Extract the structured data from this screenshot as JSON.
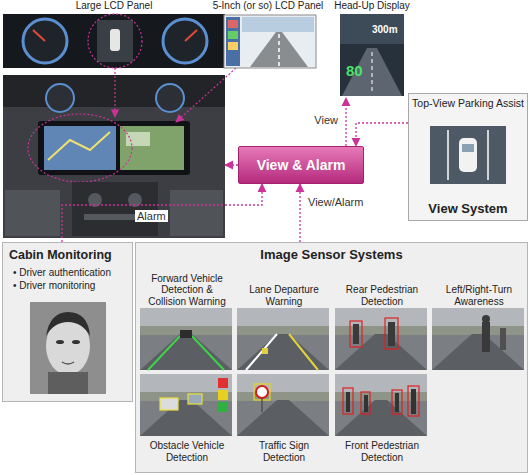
{
  "diagram": {
    "nodes": [
      {
        "text": [
          "Large LCD Panel"
        ]
      },
      {
        "text": [
          "5-Inch (or so) LCD Panel"
        ]
      },
      {
        "text": [
          "Head-Up Display"
        ]
      },
      {
        "text": [
          "Top-View Parking Assist",
          "View System"
        ]
      },
      {
        "text": [
          "View & Alarm"
        ]
      },
      {
        "text": [
          "Cabin Monitoring",
          "• Driver authentication",
          "• Driver monitoring"
        ]
      },
      {
        "text": [
          "Image Sensor Systems"
        ]
      },
      {
        "text": [
          "Forward Vehicle Detection & Collision Warning"
        ],
        "in": 6
      },
      {
        "text": [
          "Lane Departure Warning"
        ],
        "in": 6
      },
      {
        "text": [
          "Rear Pedestrian Detection"
        ],
        "in": 6
      },
      {
        "text": [
          "Left/Right-Turn Awareness"
        ],
        "in": 6
      },
      {
        "text": [
          "Obstacle Vehicle Detection"
        ],
        "in": 6
      },
      {
        "text": [
          "Traffic Sign Detection"
        ],
        "in": 6
      },
      {
        "text": [
          "Front Pedestrian Detection"
        ],
        "in": 6
      }
    ],
    "edges": [
      {
        "from": 4,
        "to": 0,
        "arrow": "to"
      },
      {
        "from": 4,
        "to": 2,
        "label": "View",
        "arrow": "to"
      },
      {
        "from": 3,
        "to": 4,
        "arrow": "to"
      },
      {
        "from": 5,
        "to": 4,
        "label": "Alarm",
        "arrow": "to"
      },
      {
        "from": 6,
        "to": 4,
        "label": "View/Alarm",
        "arrow": "to"
      }
    ],
    "labels": [
      "80",
      "300m"
    ]
  }
}
